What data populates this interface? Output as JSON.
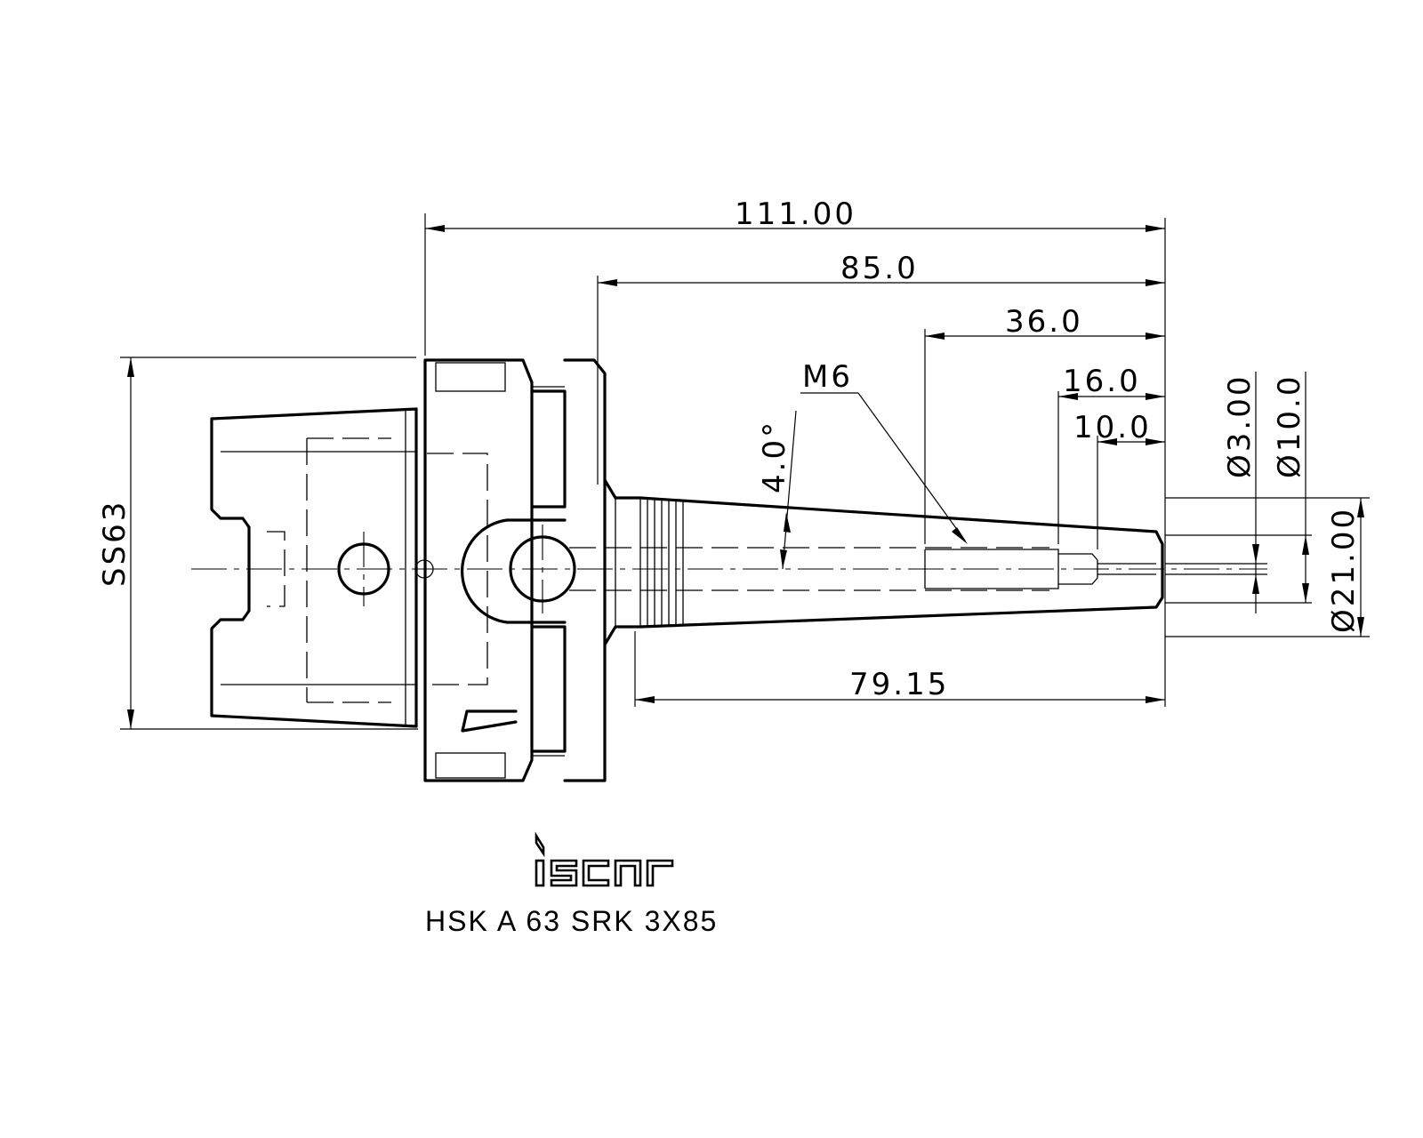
{
  "dimensions": {
    "overall_length": "111.00",
    "projection_length": "85.0",
    "m6_depth": "36.0",
    "bore_16": "16.0",
    "bore_10": "10.0",
    "taper_length": "79.15",
    "shank_size": "SS63",
    "taper_angle": "4.0°",
    "thread": "M6",
    "dia_3": "Ø3.00",
    "dia_10": "Ø10.0",
    "dia_21": "Ø21.00"
  },
  "logo": {
    "brand": "iscar"
  },
  "product": {
    "designation": "HSK A 63 SRK 3X85"
  }
}
